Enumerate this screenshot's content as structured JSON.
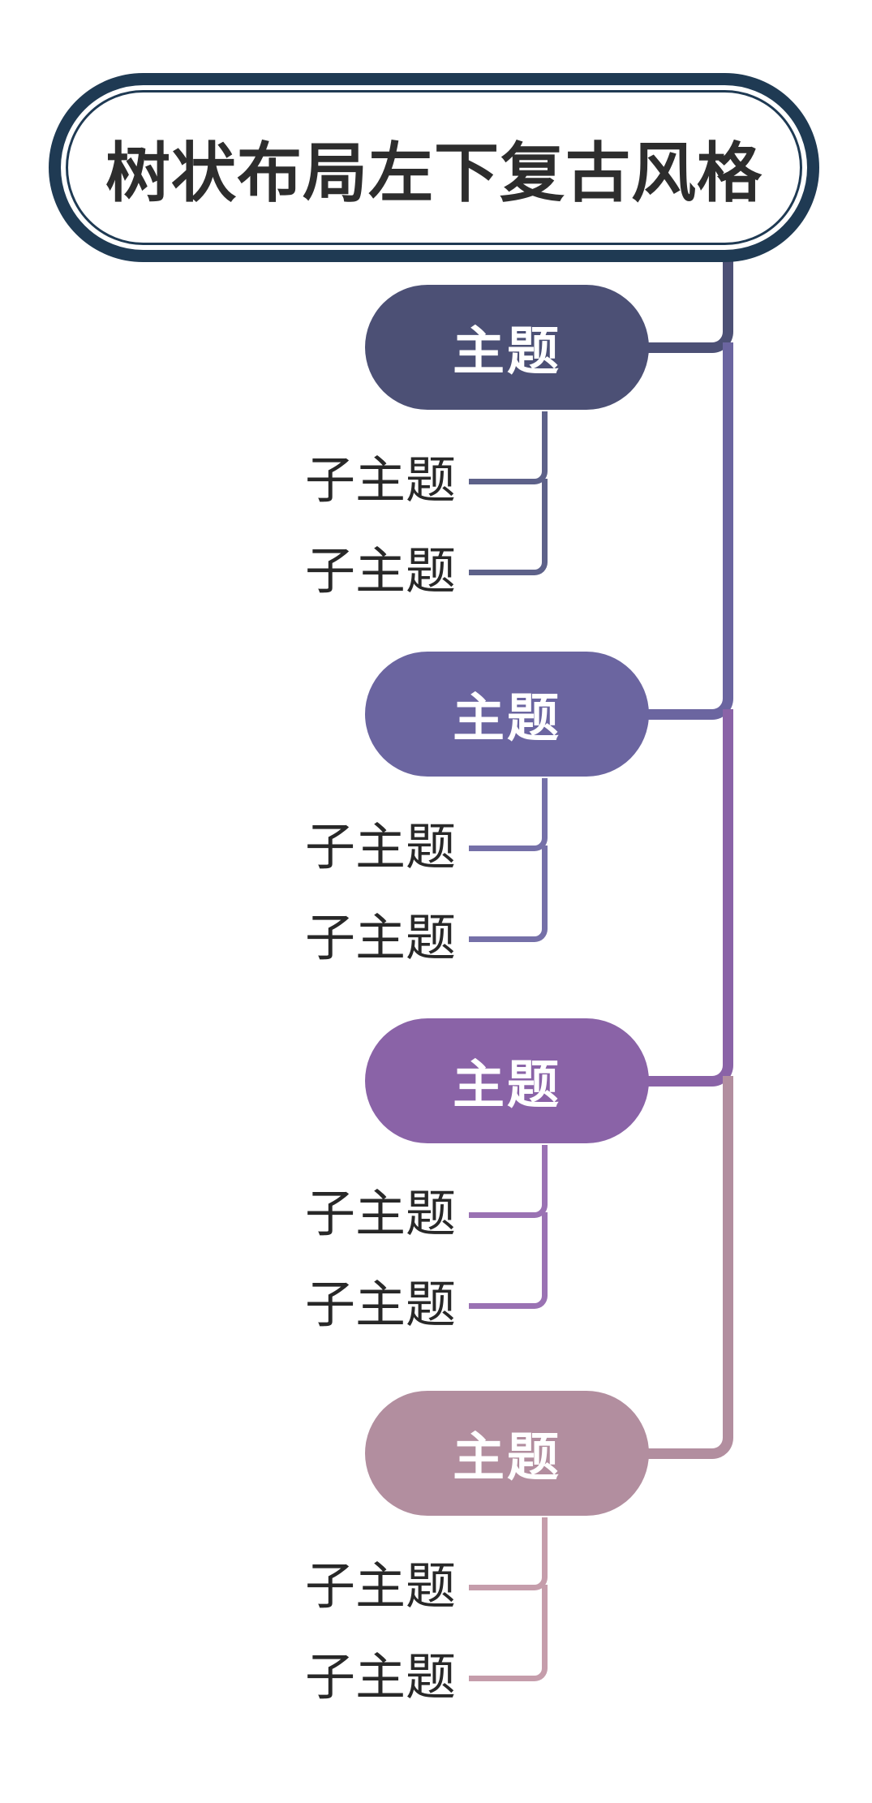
{
  "canvas": {
    "background": "#ffffff"
  },
  "root": {
    "label": "树状布局左下复古风格",
    "border_color": "#1f3a53",
    "text_color": "#2d2d2d"
  },
  "topic_text_color": "#ffffff",
  "subtopic_text_color": "#282828",
  "topics": [
    {
      "label": "主题",
      "color": "#4c5075",
      "connector_color": "#5d6189",
      "children": [
        {
          "label": "子主题"
        },
        {
          "label": "子主题"
        }
      ]
    },
    {
      "label": "主题",
      "color": "#6b65a0",
      "connector_color": "#7570a8",
      "children": [
        {
          "label": "子主题"
        },
        {
          "label": "子主题"
        }
      ]
    },
    {
      "label": "主题",
      "color": "#8a63a7",
      "connector_color": "#9a72b3",
      "children": [
        {
          "label": "子主题"
        },
        {
          "label": "子主题"
        }
      ]
    },
    {
      "label": "主题",
      "color": "#b28e9f",
      "connector_color": "#c59dab",
      "children": [
        {
          "label": "子主题"
        },
        {
          "label": "子主题"
        }
      ]
    }
  ]
}
